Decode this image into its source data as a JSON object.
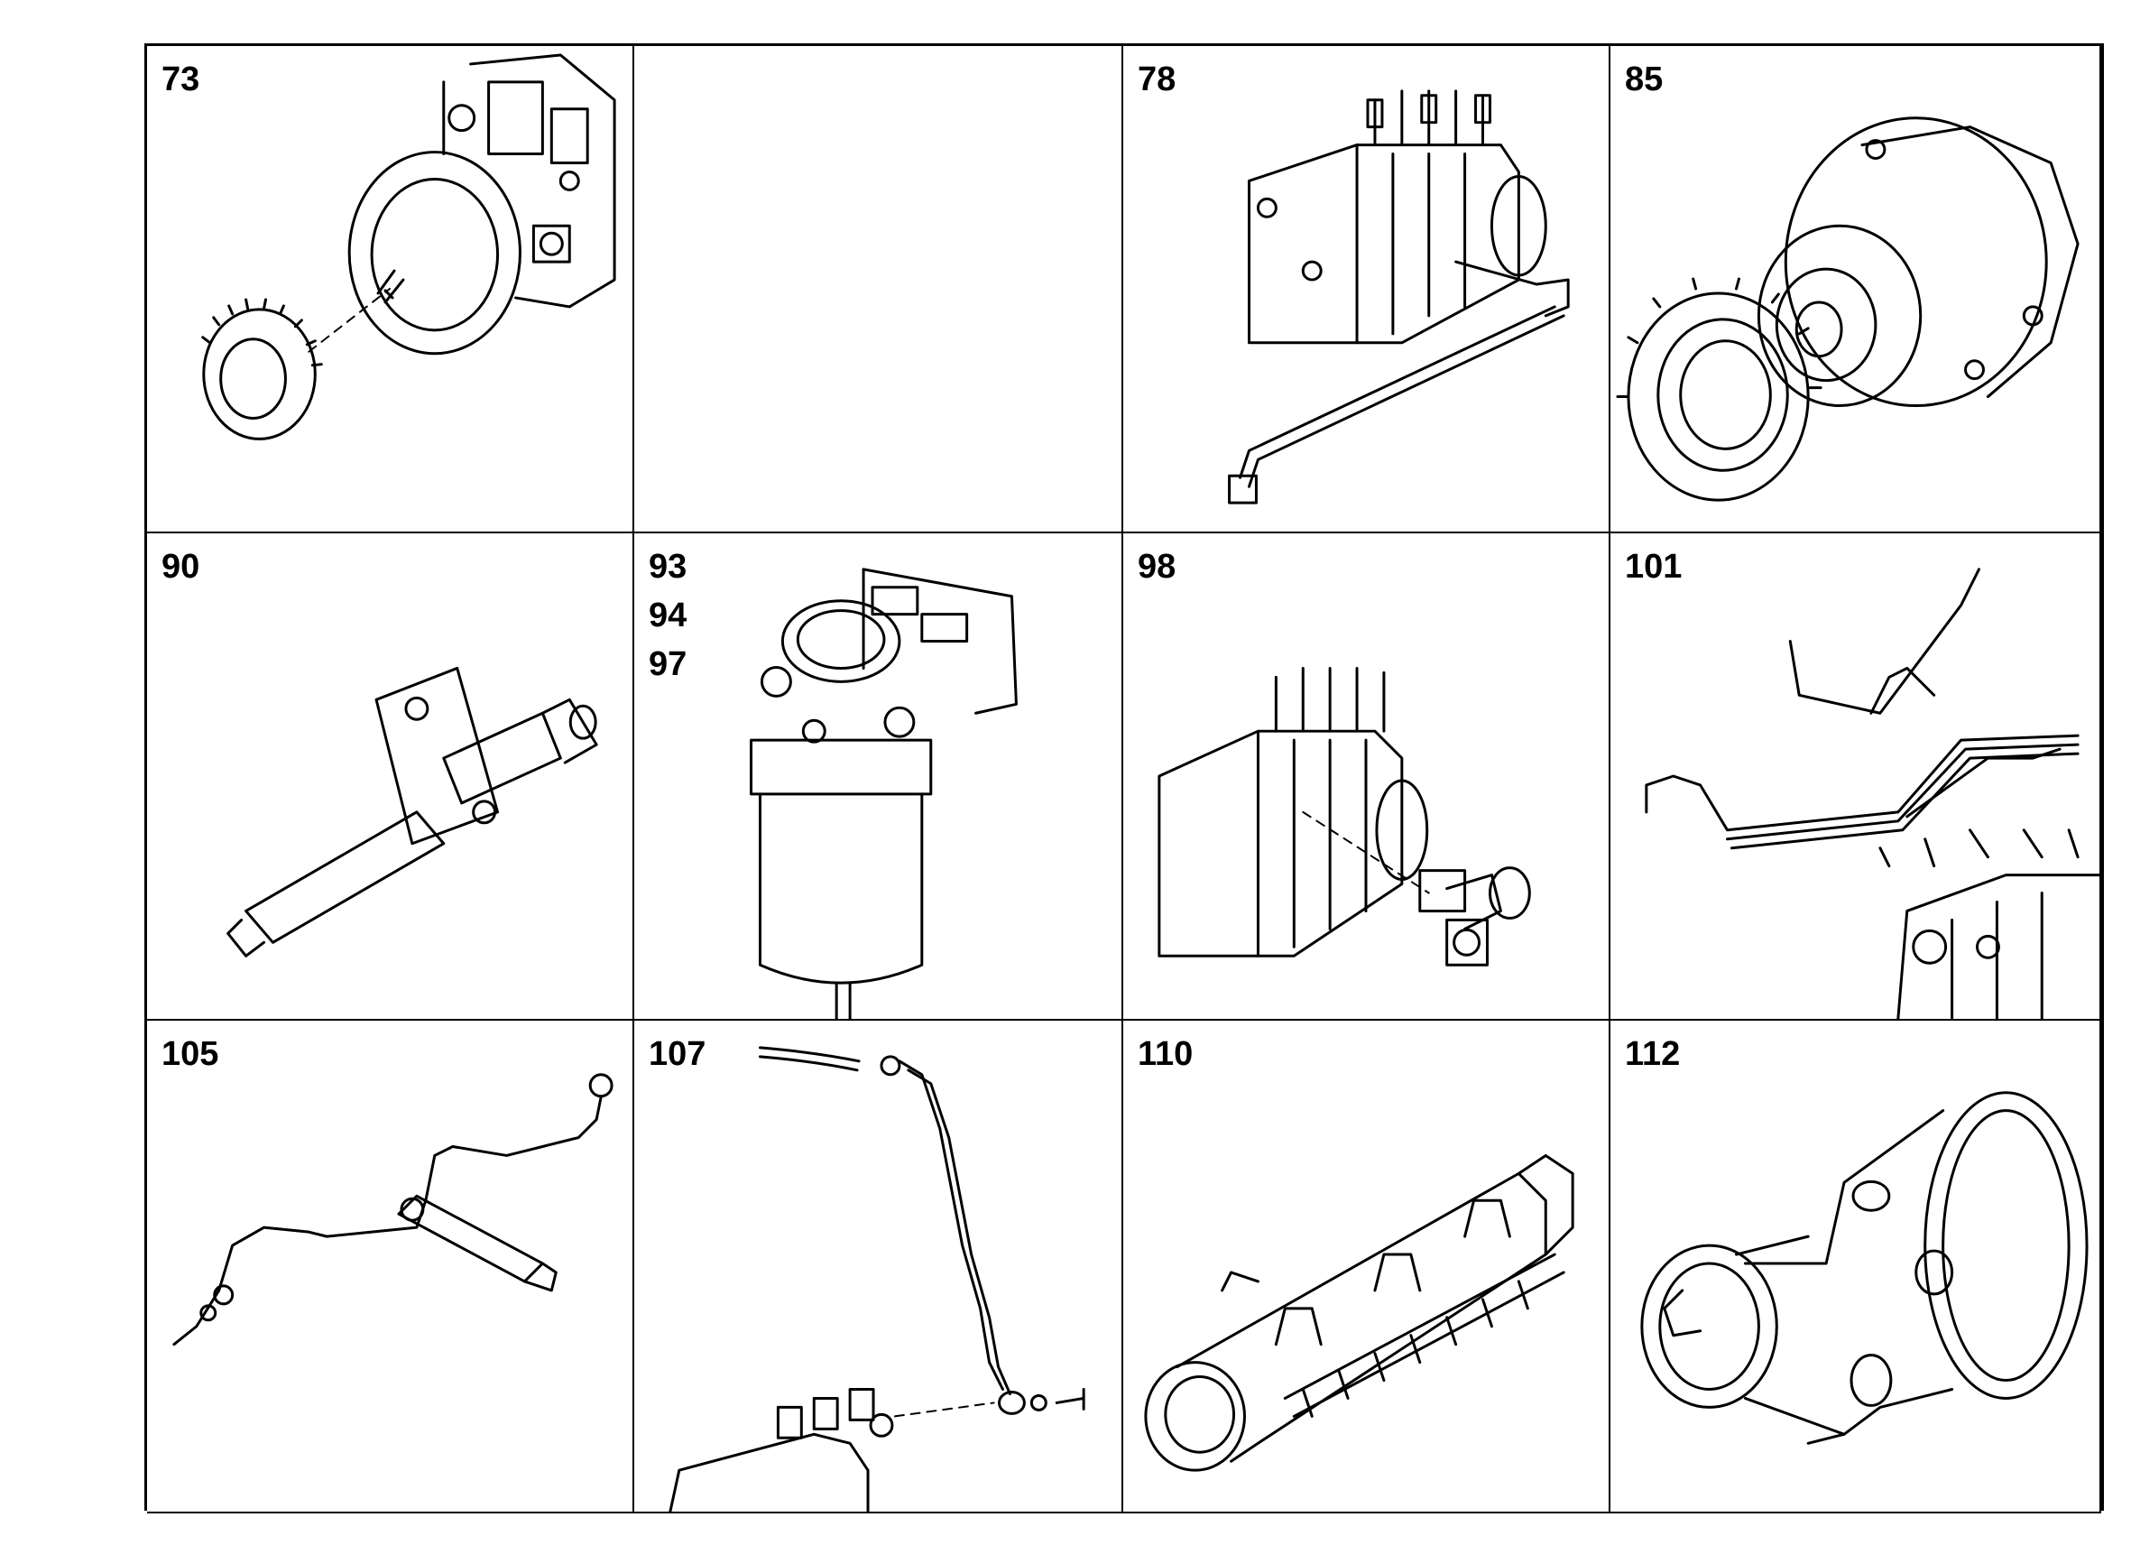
{
  "title": "",
  "cells": [
    {
      "labels": [
        "73"
      ],
      "part": "gear-and-pump-icon"
    },
    {
      "labels": [],
      "part": "empty"
    },
    {
      "labels": [
        "78"
      ],
      "part": "injection-pump-line-icon"
    },
    {
      "labels": [
        "85"
      ],
      "part": "drive-gear-housing-icon"
    },
    {
      "labels": [
        "90"
      ],
      "part": "injector-icon"
    },
    {
      "labels": [
        "93",
        "94",
        "97"
      ],
      "part": "fuel-filter-icon"
    },
    {
      "labels": [
        "98"
      ],
      "part": "pump-banjo-fitting-icon"
    },
    {
      "labels": [
        "101"
      ],
      "part": "injection-lines-icon"
    },
    {
      "labels": [
        "105"
      ],
      "part": "leak-off-line-icon"
    },
    {
      "labels": [
        "107"
      ],
      "part": "return-hose-icon"
    },
    {
      "labels": [
        "110"
      ],
      "part": "intake-manifold-icon"
    },
    {
      "labels": [
        "112"
      ],
      "part": "elbow-housing-icon"
    }
  ]
}
